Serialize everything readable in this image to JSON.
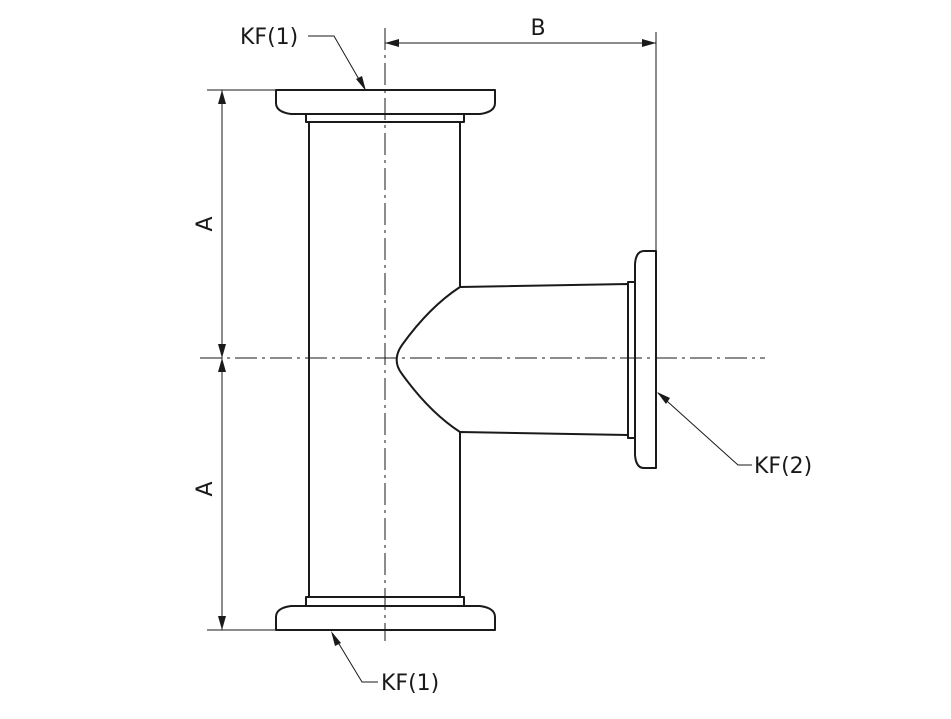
{
  "labels": {
    "flange_top": "KF(1)",
    "flange_bottom": "KF(1)",
    "flange_side": "KF(2)",
    "dim_upper": "A",
    "dim_lower": "A",
    "dim_branch": "B"
  },
  "colors": {
    "line": "#1a1a1a",
    "background": "#ffffff"
  }
}
